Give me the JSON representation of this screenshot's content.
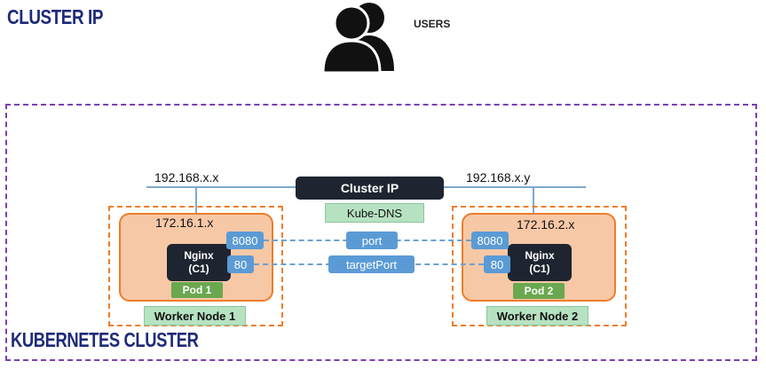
{
  "header": {
    "title": "CLUSTER IP",
    "users_label": "USERS"
  },
  "cluster": {
    "label": "KUBERNETES CLUSTER"
  },
  "network": {
    "left_ip": "192.168.x.x",
    "right_ip": "192.168.x.y",
    "service": "Cluster IP",
    "dns": "Kube-DNS",
    "port_label": "port",
    "target_port_label": "targetPort"
  },
  "nodes": [
    {
      "name": "Worker Node 1",
      "pod_network": "172.16.1.x",
      "container_line1": "Nginx",
      "container_line2": "(C1)",
      "pod": "Pod 1",
      "port": "8080",
      "target_port": "80"
    },
    {
      "name": "Worker Node 2",
      "pod_network": "172.16.2.x",
      "container_line1": "Nginx",
      "container_line2": "(C1)",
      "pod": "Pod 2",
      "port": "8080",
      "target_port": "80"
    }
  ],
  "colors": {
    "title": "#1f2a78",
    "cluster_border": "#7b3fb5",
    "node_border": "#ee7d2b",
    "pod_fill": "#f7c8a6",
    "port_fill": "#5b9bd5",
    "label_fill": "#b7e2c1",
    "pod_label_fill": "#6aa84f",
    "dark_box": "#1e2530"
  },
  "icons": {
    "users": "users-icon"
  }
}
